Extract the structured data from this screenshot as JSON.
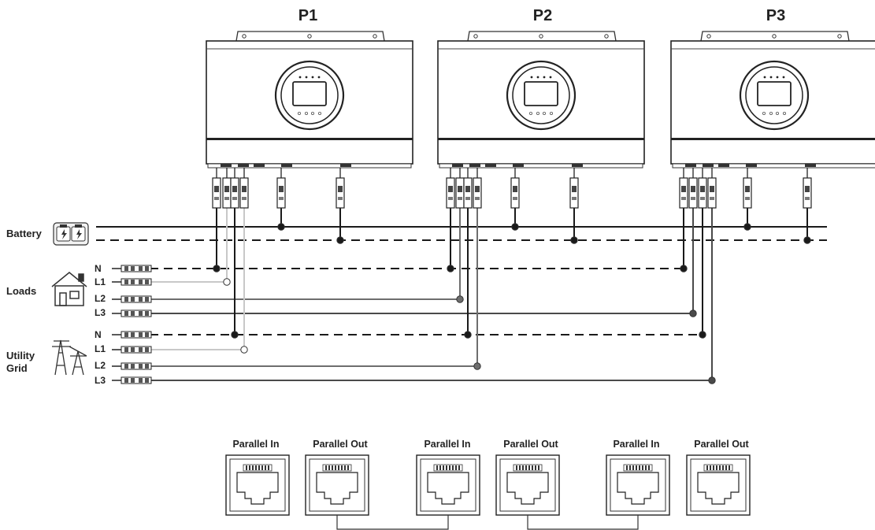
{
  "units": [
    "P1",
    "P2",
    "P3"
  ],
  "labels": {
    "battery": "Battery",
    "loads": "Loads",
    "utility_line1": "Utility",
    "utility_line2": "Grid"
  },
  "load_phases": [
    "N",
    "L1",
    "L2",
    "L3"
  ],
  "grid_phases": [
    "N",
    "L1",
    "L2",
    "L3"
  ],
  "ports": [
    "Parallel In",
    "Parallel Out",
    "Parallel In",
    "Parallel Out",
    "Parallel In",
    "Parallel Out"
  ],
  "colors": {
    "line_dark": "#1a1a1a",
    "line_l1": "#c8c8c8",
    "line_l2": "#6e6e6e",
    "line_l3": "#4a4a4a"
  }
}
